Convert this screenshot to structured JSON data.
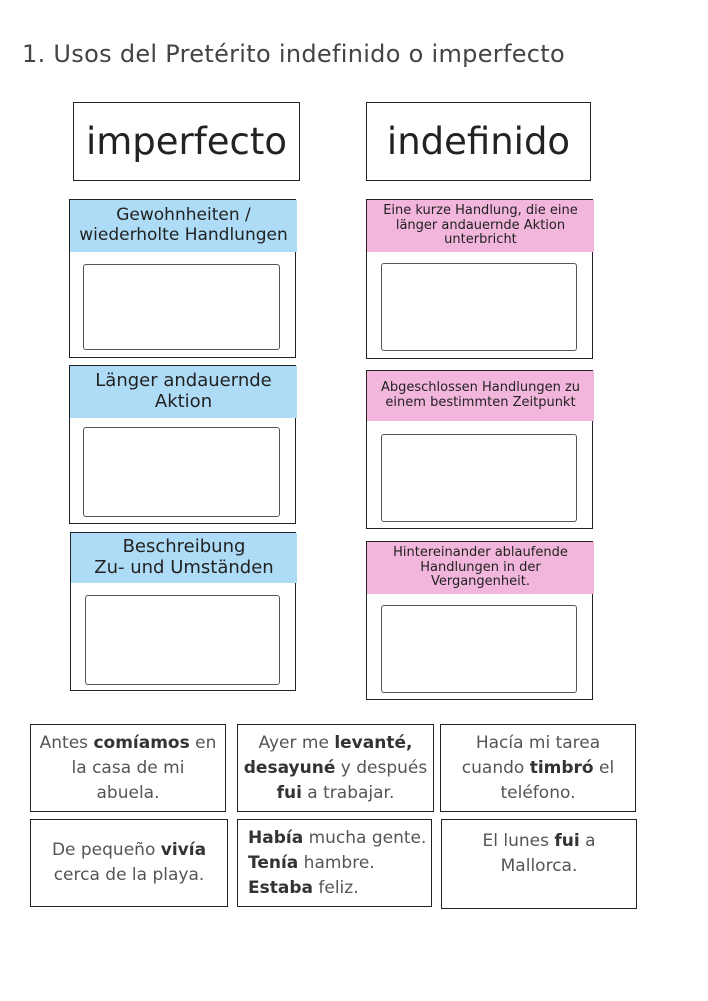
{
  "title": "1. Usos del Pretérito indefinido o imperfecto",
  "columns": {
    "imperfecto": {
      "heading": "imperfecto",
      "cards": [
        {
          "lines": [
            "Gewohnheiten /",
            "wiederholte Handlungen"
          ]
        },
        {
          "lines": [
            "Länger andauernde",
            "Aktion"
          ]
        },
        {
          "lines": [
            "Beschreibung",
            "Zu- und Umständen"
          ]
        }
      ]
    },
    "indefinido": {
      "heading": "indefinido",
      "cards": [
        {
          "lines": [
            "Eine kurze Handlung, die eine",
            "länger andauernde Aktion",
            "unterbricht"
          ]
        },
        {
          "lines": [
            "Abgeschlossen Handlungen  zu",
            "einem bestimmten Zeitpunkt"
          ]
        },
        {
          "lines": [
            "Hintereinander ablaufende",
            "Handlungen in der",
            "Vergangenheit."
          ]
        }
      ]
    }
  },
  "examples": {
    "ex1": {
      "a": "Antes ",
      "b": "comíamos",
      "c": " en",
      "line2": "la casa de mi",
      "line3": "abuela."
    },
    "ex2": {
      "a": "Ayer me ",
      "b": "levanté,",
      "line2_b": "desayuné",
      "line2_c": " y después",
      "line3_b": "fui",
      "line3_c": " a trabajar."
    },
    "ex3": {
      "line1": "Hacía mi tarea",
      "line2_a": "cuando ",
      "line2_b": "timbró",
      "line2_c": " el",
      "line3": "teléfono."
    },
    "ex4": {
      "a": "De pequeño ",
      "b": "vivía",
      "line2": "cerca de la playa."
    },
    "ex5": {
      "l1_b": "Había",
      "l1_c": " mucha gente.",
      "l2_b": "Tenía",
      "l2_c": " hambre.",
      "l3_b": "Estaba",
      "l3_c": " feliz."
    },
    "ex6": {
      "a": "El lunes ",
      "b": "fui",
      "c": " a",
      "line2": "Mallorca."
    }
  },
  "colors": {
    "blue_band": "#aedcf7",
    "pink_band": "#f2b6dc"
  }
}
